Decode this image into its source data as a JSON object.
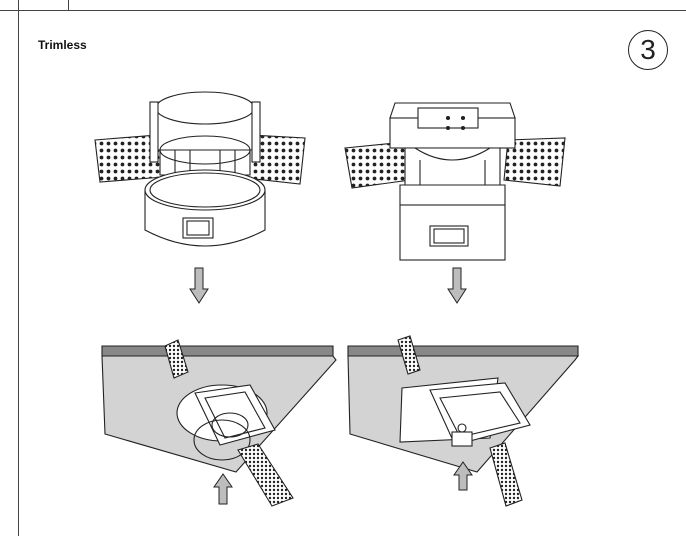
{
  "heading": {
    "title": "Trimless",
    "step_number": "3"
  },
  "colors": {
    "ceiling_face": "#d3d3d3",
    "ceiling_edge": "#888888",
    "arrow_fill": "#bdbdbd",
    "line": "#222222"
  },
  "illustrations": [
    {
      "id": "round-fixture-before",
      "icon": "round-trimless-housing"
    },
    {
      "id": "square-fixture-before",
      "icon": "square-trimless-housing"
    },
    {
      "id": "round-fixture-installed",
      "icon": "round-fixture-in-ceiling"
    },
    {
      "id": "square-fixture-installed",
      "icon": "square-fixture-in-ceiling"
    }
  ]
}
